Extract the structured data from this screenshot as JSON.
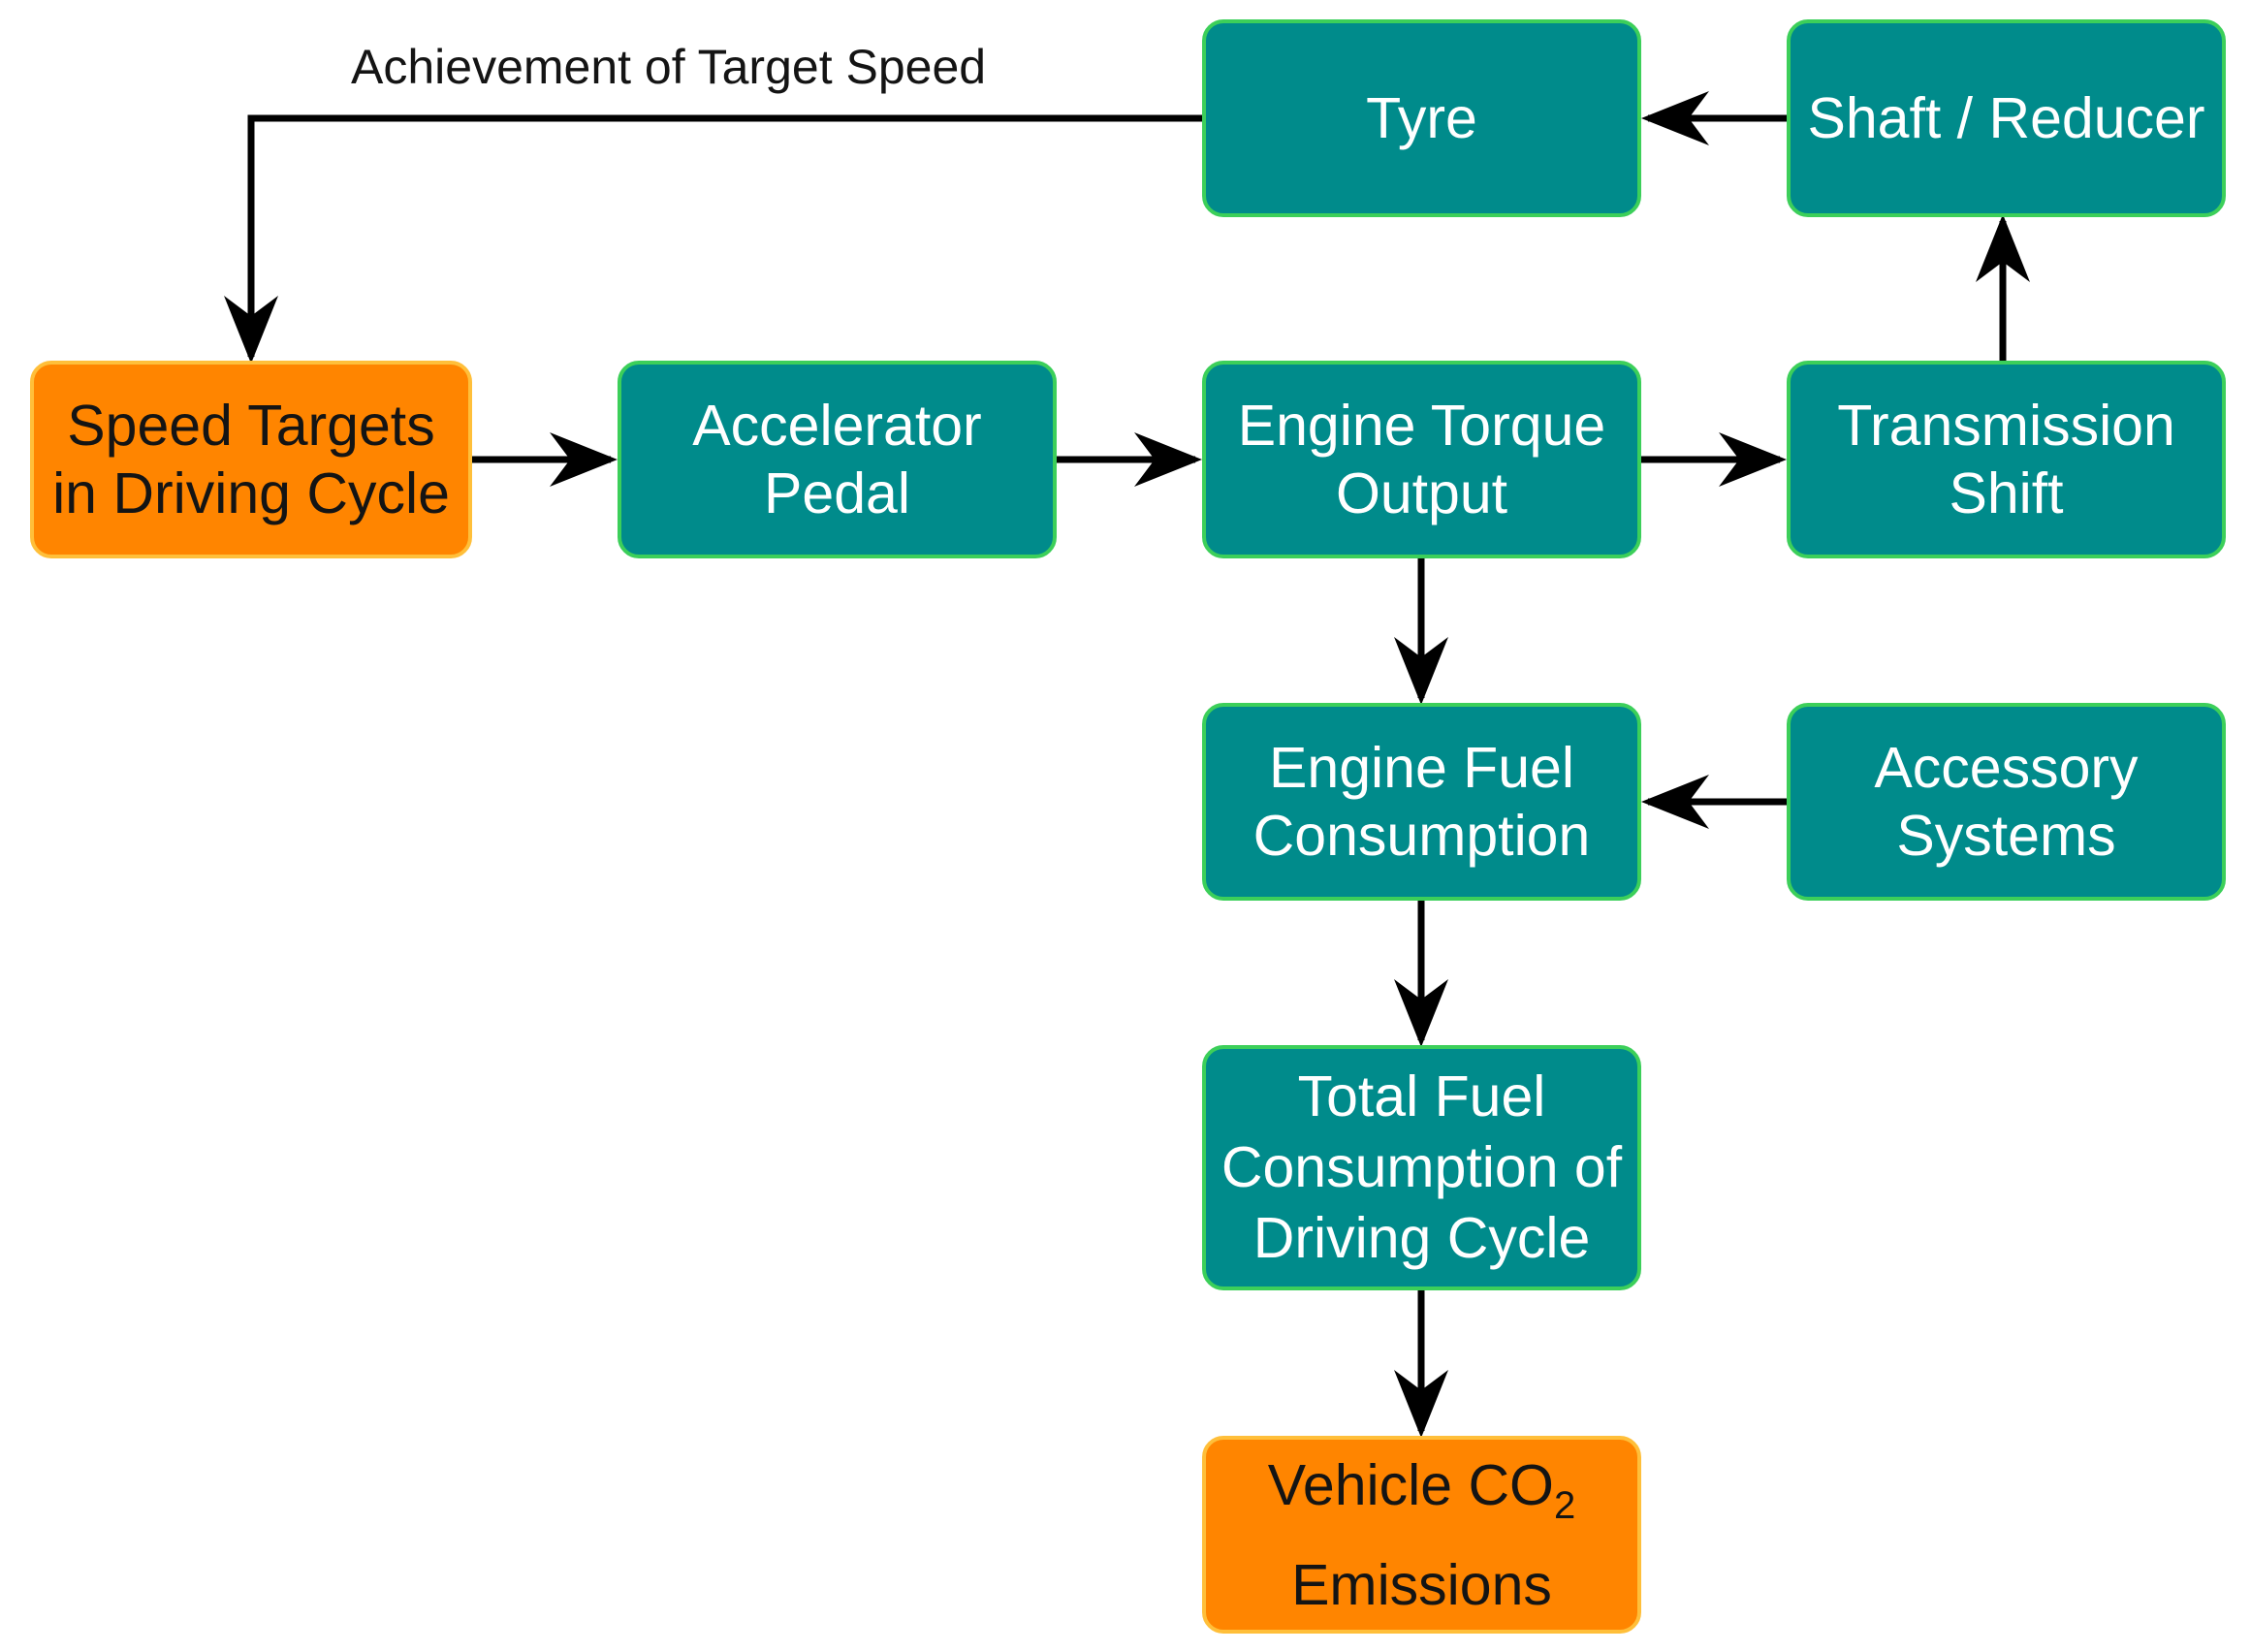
{
  "nodes": {
    "tyre": {
      "lines": [
        "Tyre"
      ]
    },
    "shaft_reducer": {
      "lines": [
        "Shaft / Reducer"
      ]
    },
    "speed_targets": {
      "lines": [
        "Speed Targets",
        "in Driving Cycle"
      ]
    },
    "accelerator": {
      "lines": [
        "Accelerator",
        "Pedal"
      ]
    },
    "engine_torque": {
      "lines": [
        "Engine Torque",
        "Output"
      ]
    },
    "transmission": {
      "lines": [
        "Transmission",
        "Shift"
      ]
    },
    "engine_fuel": {
      "lines": [
        "Engine Fuel",
        "Consumption"
      ]
    },
    "accessory": {
      "lines": [
        "Accessory",
        "Systems"
      ]
    },
    "total_fuel": {
      "lines": [
        "Total Fuel",
        "Consumption of",
        "Driving Cycle"
      ]
    },
    "co2": {
      "line1_main": "Vehicle CO",
      "line1_sub": "2",
      "line2": "Emissions"
    }
  },
  "edges": {
    "feedback_label": "Achievement of Target Speed"
  },
  "colors": {
    "process_fill": "#008b8b",
    "process_border": "#3ccf5a",
    "terminal_fill": "#ff8500",
    "terminal_border": "#ffbf3a",
    "arrow": "#000000"
  }
}
